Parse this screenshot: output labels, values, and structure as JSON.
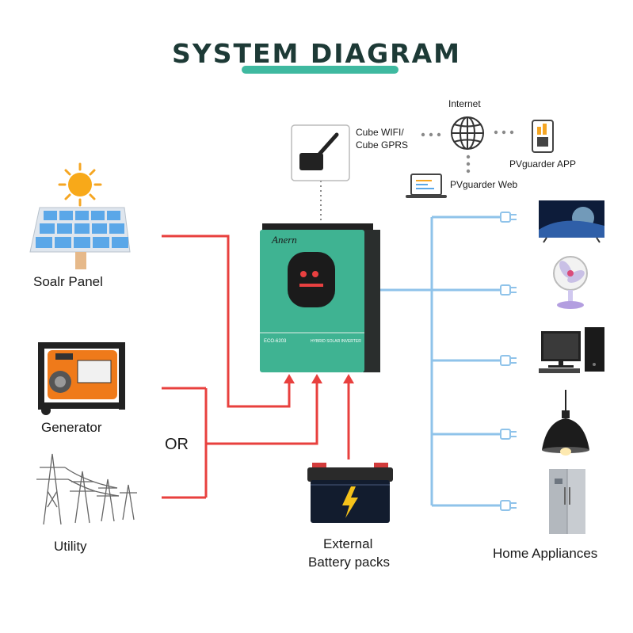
{
  "title": "SYSTEM DIAGRAM",
  "labels": {
    "solar_panel": "Soalr Panel",
    "generator": "Generator",
    "or": "OR",
    "utility": "Utility",
    "battery_line1": "External",
    "battery_line2": "Battery packs",
    "home_appliances": "Home Appliances",
    "internet": "Internet",
    "wifi_line1": "Cube WIFI/",
    "wifi_line2": "Cube  GPRS",
    "pv_app": "PVguarder APP",
    "pv_web": "PVguarder Web",
    "inverter_brand": "Anern",
    "inverter_model": "ECO-6203",
    "inverter_type": "HYBRID SOLAR INVERTER"
  },
  "colors": {
    "title_accent": "#3fb9a0",
    "input_wire": "#e8403e",
    "output_wire": "#8fc3ea",
    "inverter_body": "#3fb392",
    "dotted_link": "#8a8a8a"
  },
  "icons": [
    "sun-icon",
    "solar-panel-icon",
    "generator-icon",
    "pylon-icon",
    "battery-icon",
    "lightning-icon",
    "wifi-dongle-icon",
    "globe-icon",
    "phone-icon",
    "laptop-icon",
    "plug-icon",
    "tv-icon",
    "fan-icon",
    "desktop-icon",
    "lamp-icon",
    "fridge-icon"
  ]
}
